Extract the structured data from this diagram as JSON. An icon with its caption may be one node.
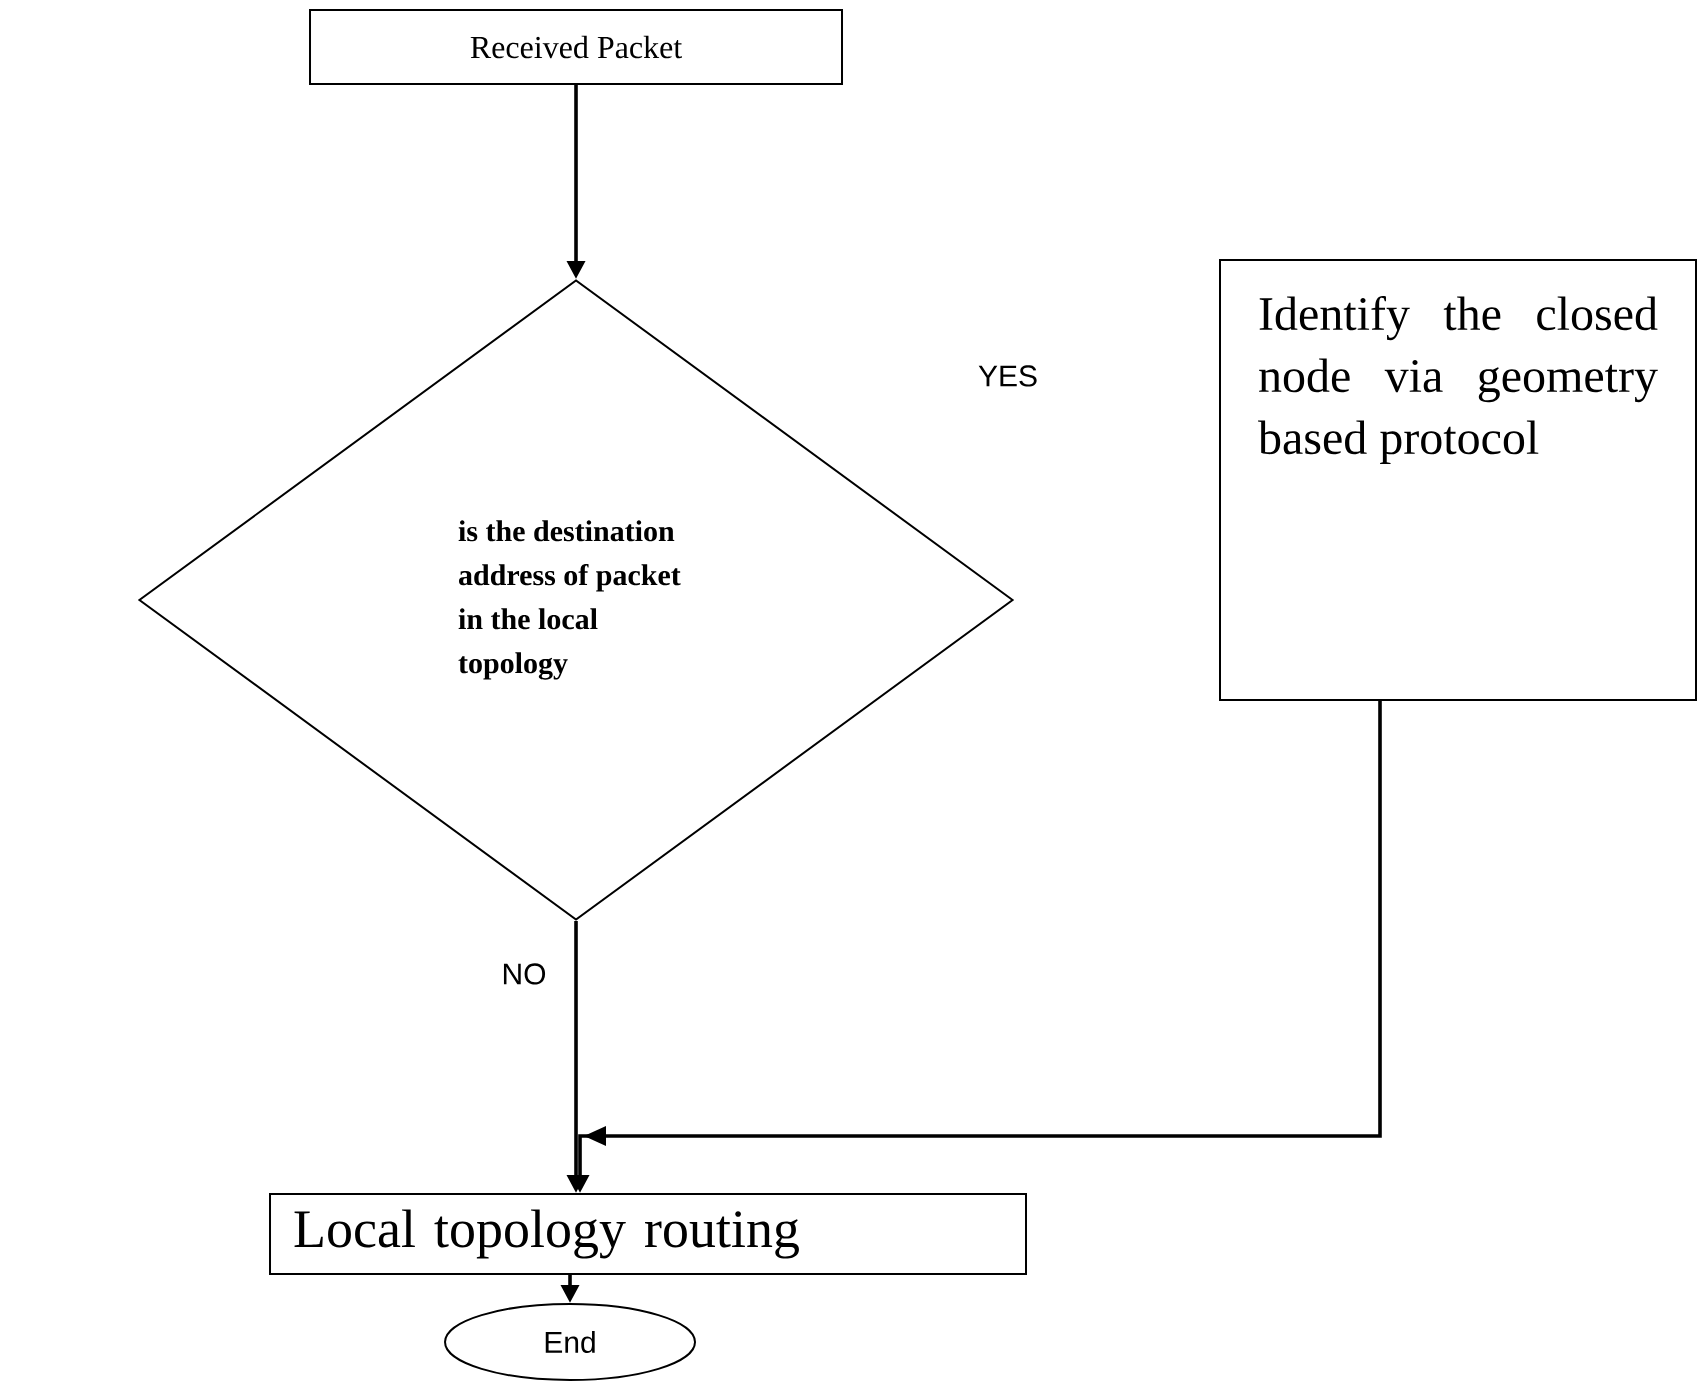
{
  "diagram": {
    "nodes": [
      {
        "text": [
          "Received Packet"
        ]
      },
      {
        "text": [
          "is the destination address of packet in the local topology"
        ]
      },
      {
        "text": [
          "Identify the closed node via geometry based protocol"
        ]
      },
      {
        "text": [
          "Local topology routing"
        ]
      },
      {
        "text": [
          "End"
        ]
      }
    ],
    "edges": [
      {
        "from": 0,
        "to": 1,
        "arrow": "to"
      },
      {
        "from": 1,
        "to": 3,
        "arrow": "to",
        "label": "NO"
      },
      {
        "from": 2,
        "to": 3,
        "arrow": "to"
      },
      {
        "from": 3,
        "to": 4,
        "arrow": "to"
      }
    ],
    "labels": [
      "YES"
    ]
  }
}
